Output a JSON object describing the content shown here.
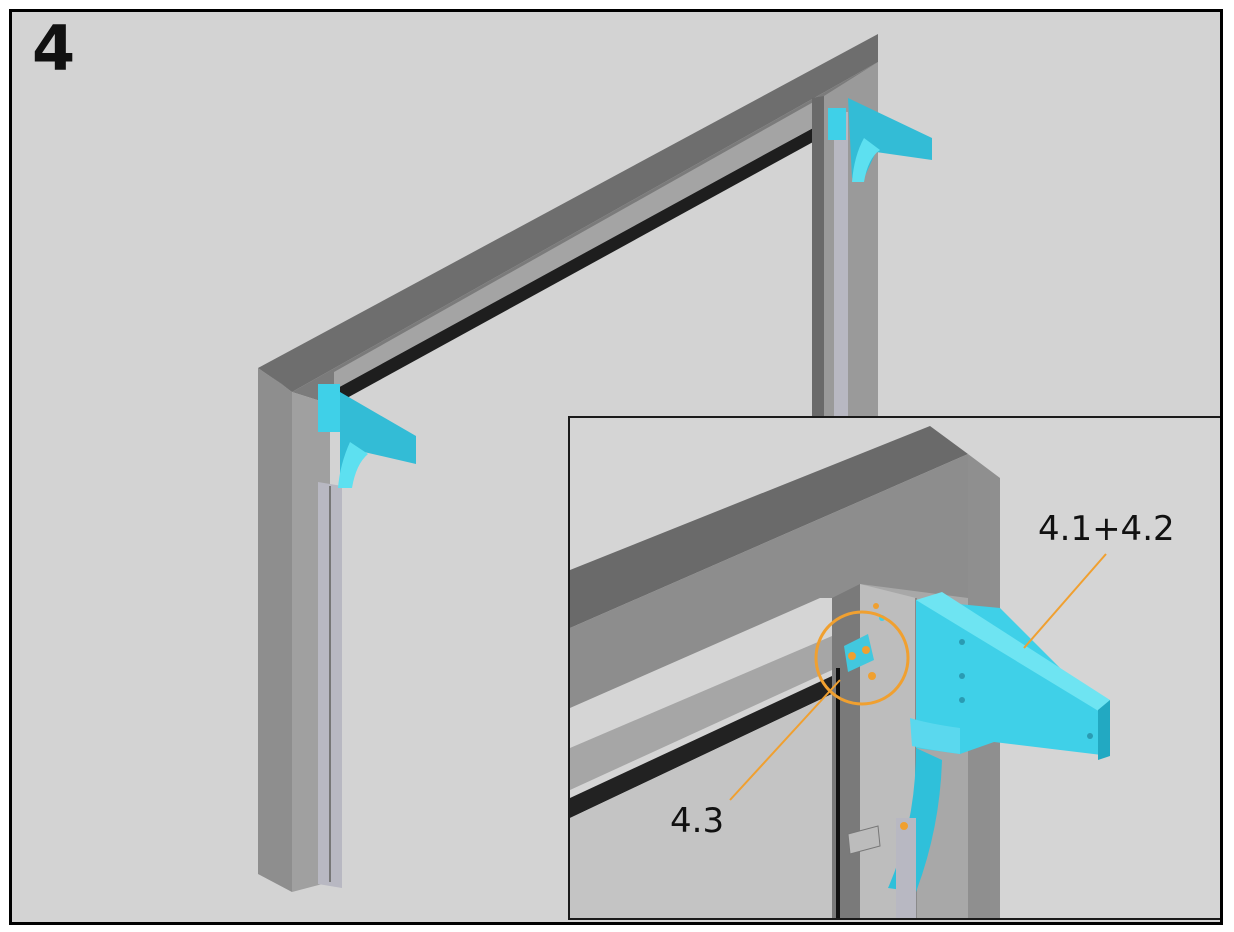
{
  "step": {
    "number": "4"
  },
  "callouts": {
    "bracket_label": "4.1+4.2",
    "screw_label": "4.3"
  },
  "colors": {
    "background": "#d3d3d3",
    "frame_dark": "#6f6f6f",
    "frame_mid": "#8c8c8c",
    "frame_light": "#a8a8a8",
    "rail": "#b9b9b9",
    "bracket": "#3fd0e8",
    "callout_line": "#f0a030",
    "border": "#000000"
  }
}
